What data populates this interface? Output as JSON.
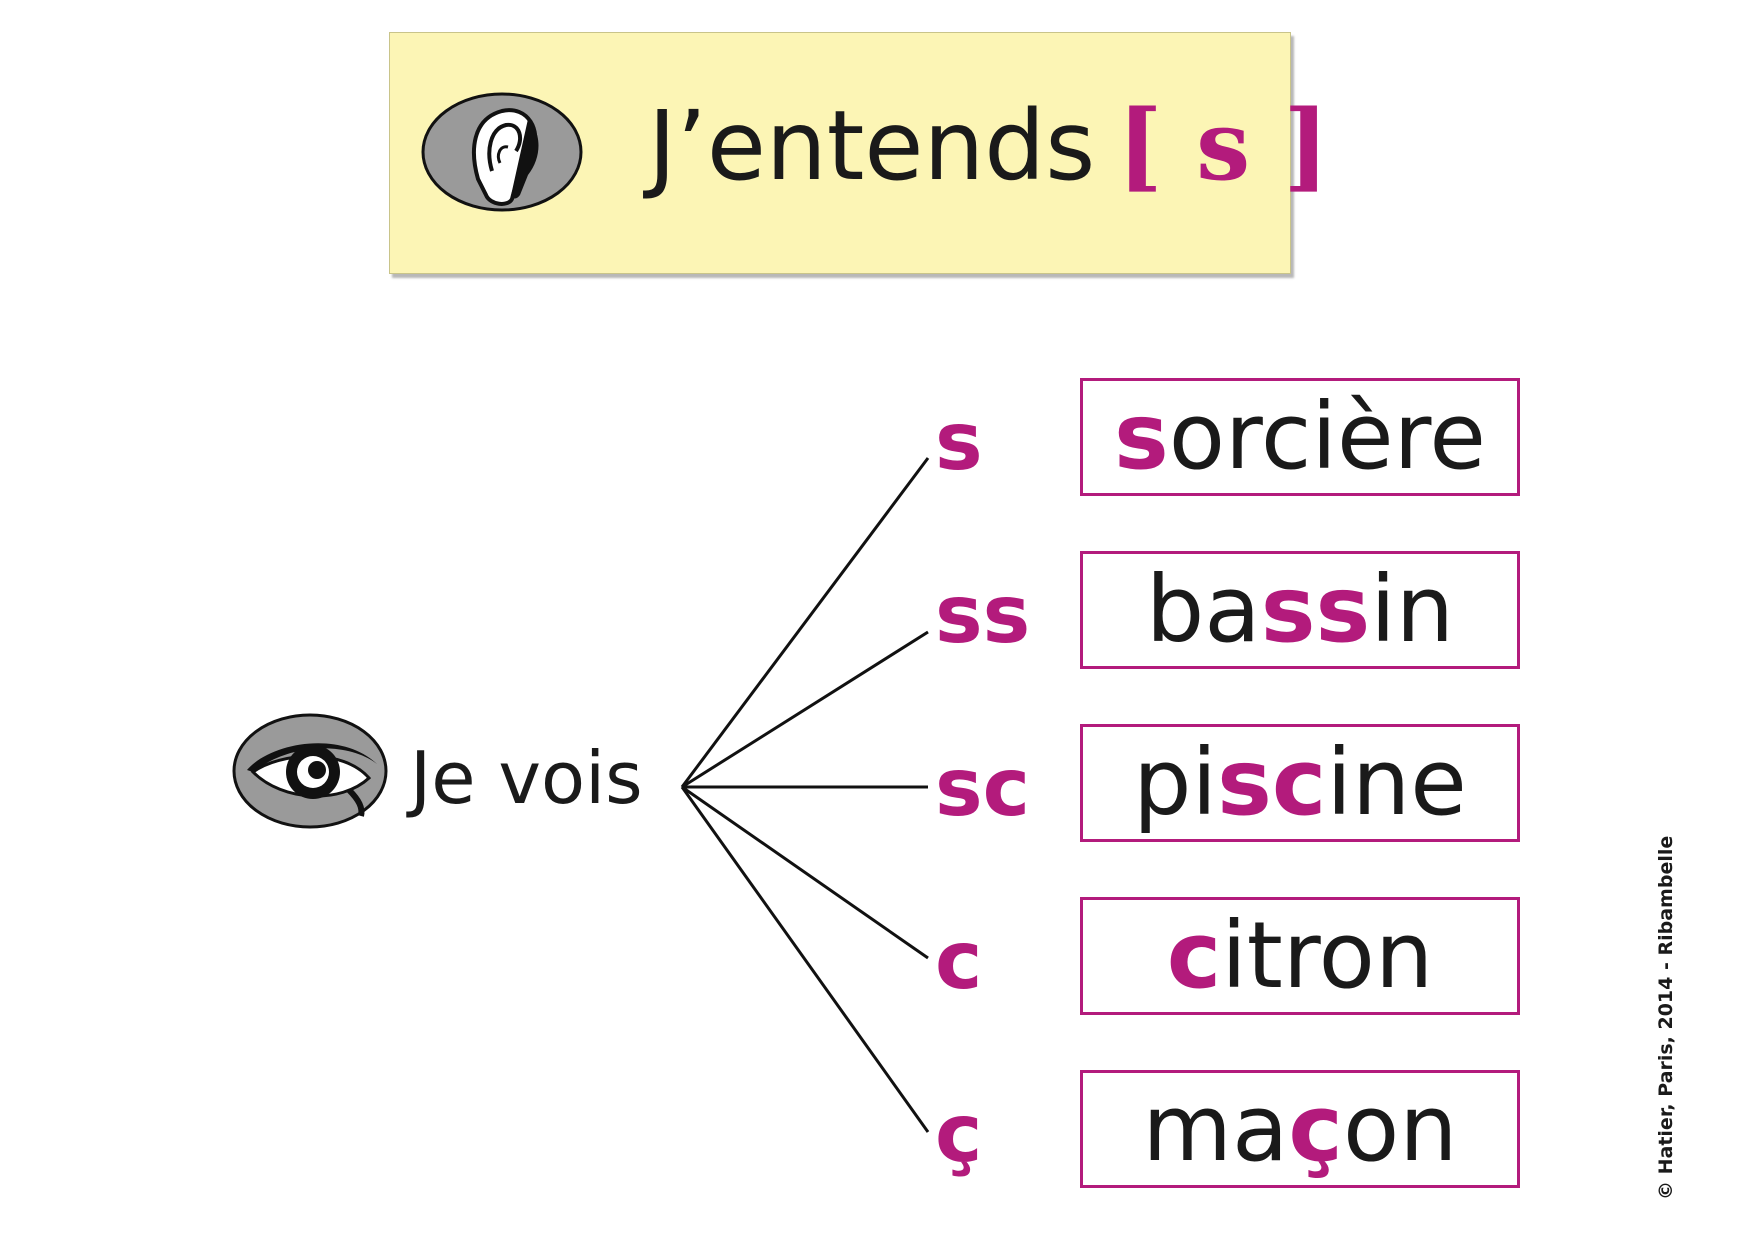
{
  "colors": {
    "accent": "#b31b7c",
    "title_bg": "#fcf5b5",
    "text": "#1a1a1a"
  },
  "title": {
    "text": "J’entends",
    "phoneme": "[ s ]",
    "icon": "ear-icon"
  },
  "see": {
    "label": "Je vois",
    "icon": "eye-icon"
  },
  "rows": [
    {
      "grapheme": "s",
      "word": {
        "before": "",
        "highlight": "s",
        "after": "orcière"
      }
    },
    {
      "grapheme": "ss",
      "word": {
        "before": "ba",
        "highlight": "ss",
        "after": "in"
      }
    },
    {
      "grapheme": "sc",
      "word": {
        "before": "pi",
        "highlight": "sc",
        "after": "ine"
      }
    },
    {
      "grapheme": "c",
      "word": {
        "before": "",
        "highlight": "c",
        "after": "itron"
      }
    },
    {
      "grapheme": "ç",
      "word": {
        "before": "ma",
        "highlight": "ç",
        "after": "on"
      }
    }
  ],
  "copyright": "© Hatier, Paris, 2014 - Ribambelle"
}
